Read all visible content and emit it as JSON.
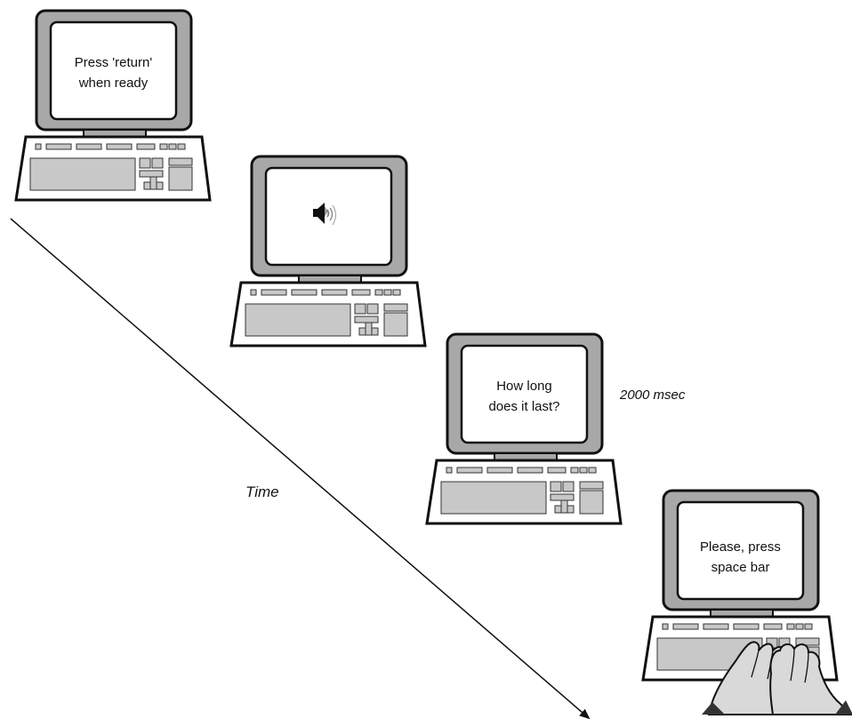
{
  "steps": [
    {
      "screen_text": [
        "Press 'return'",
        "when ready"
      ],
      "icon": "speaker-icon-none"
    },
    {
      "screen_text": [],
      "icon": "speaker-icon"
    },
    {
      "screen_text": [
        "How long",
        "does it last?"
      ],
      "duration_label": "2000 msec"
    },
    {
      "screen_text": [
        "Please, press",
        "space bar"
      ],
      "icon": "hands-icon"
    }
  ],
  "axis": {
    "label": "Time"
  },
  "colors": {
    "monitor_frame": "#a8a8a8",
    "screen": "#ffffff",
    "keys": "#c8c8c8",
    "outline": "#111111"
  }
}
